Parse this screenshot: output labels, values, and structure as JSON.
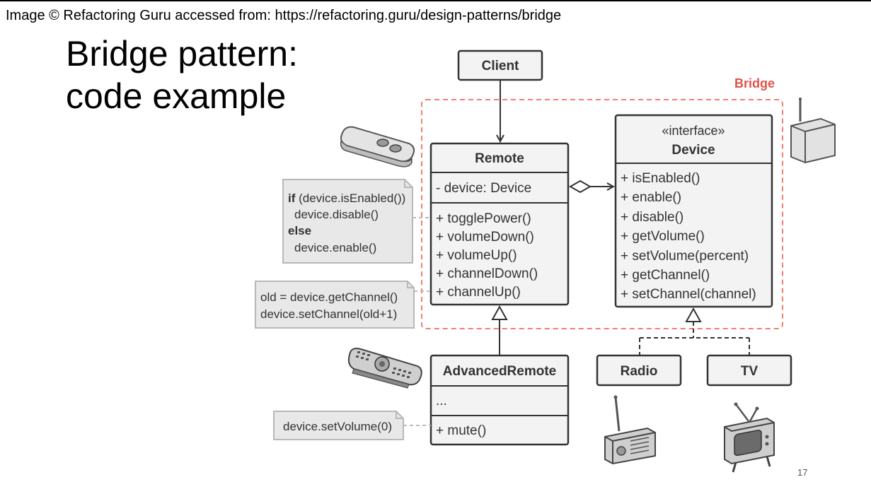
{
  "credit": "Image © Refactoring Guru accessed from: https://refactoring.guru/design-patterns/bridge",
  "title_line1": "Bridge pattern:",
  "title_line2": "code example",
  "page_number": "17",
  "colors": {
    "bridge_accent": "#f07f70",
    "box_fill": "#f3f3f3",
    "note_fill": "#e8e8e8",
    "stroke": "#333333"
  },
  "diagram": {
    "bridge_label": "Bridge",
    "client": {
      "name": "Client"
    },
    "remote": {
      "name": "Remote",
      "fields": [
        "- device: Device"
      ],
      "methods": [
        "+ togglePower()",
        "+ volumeDown()",
        "+ volumeUp()",
        "+ channelDown()",
        "+ channelUp()"
      ]
    },
    "device": {
      "stereotype": "«interface»",
      "name": "Device",
      "methods": [
        "+ isEnabled()",
        "+ enable()",
        "+ disable()",
        "+ getVolume()",
        "+ setVolume(percent)",
        "+ getChannel()",
        "+ setChannel(channel)"
      ]
    },
    "advanced_remote": {
      "name": "AdvancedRemote",
      "fields": [
        "..."
      ],
      "methods": [
        "+ mute()"
      ]
    },
    "radio": {
      "name": "Radio"
    },
    "tv": {
      "name": "TV"
    },
    "notes": {
      "toggle_power": {
        "kw_if": "if",
        "line1_rest": " (device.isEnabled())",
        "line2": "device.disable()",
        "kw_else": "else",
        "line4": "device.enable()"
      },
      "channel_up": {
        "line1": "old = device.getChannel()",
        "line2": "device.setChannel(old+1)"
      },
      "mute": {
        "line1": "device.setVolume(0)"
      }
    },
    "icons": [
      "remote-control-icon",
      "advanced-remote-icon",
      "device-box-icon",
      "radio-icon",
      "tv-icon"
    ]
  }
}
